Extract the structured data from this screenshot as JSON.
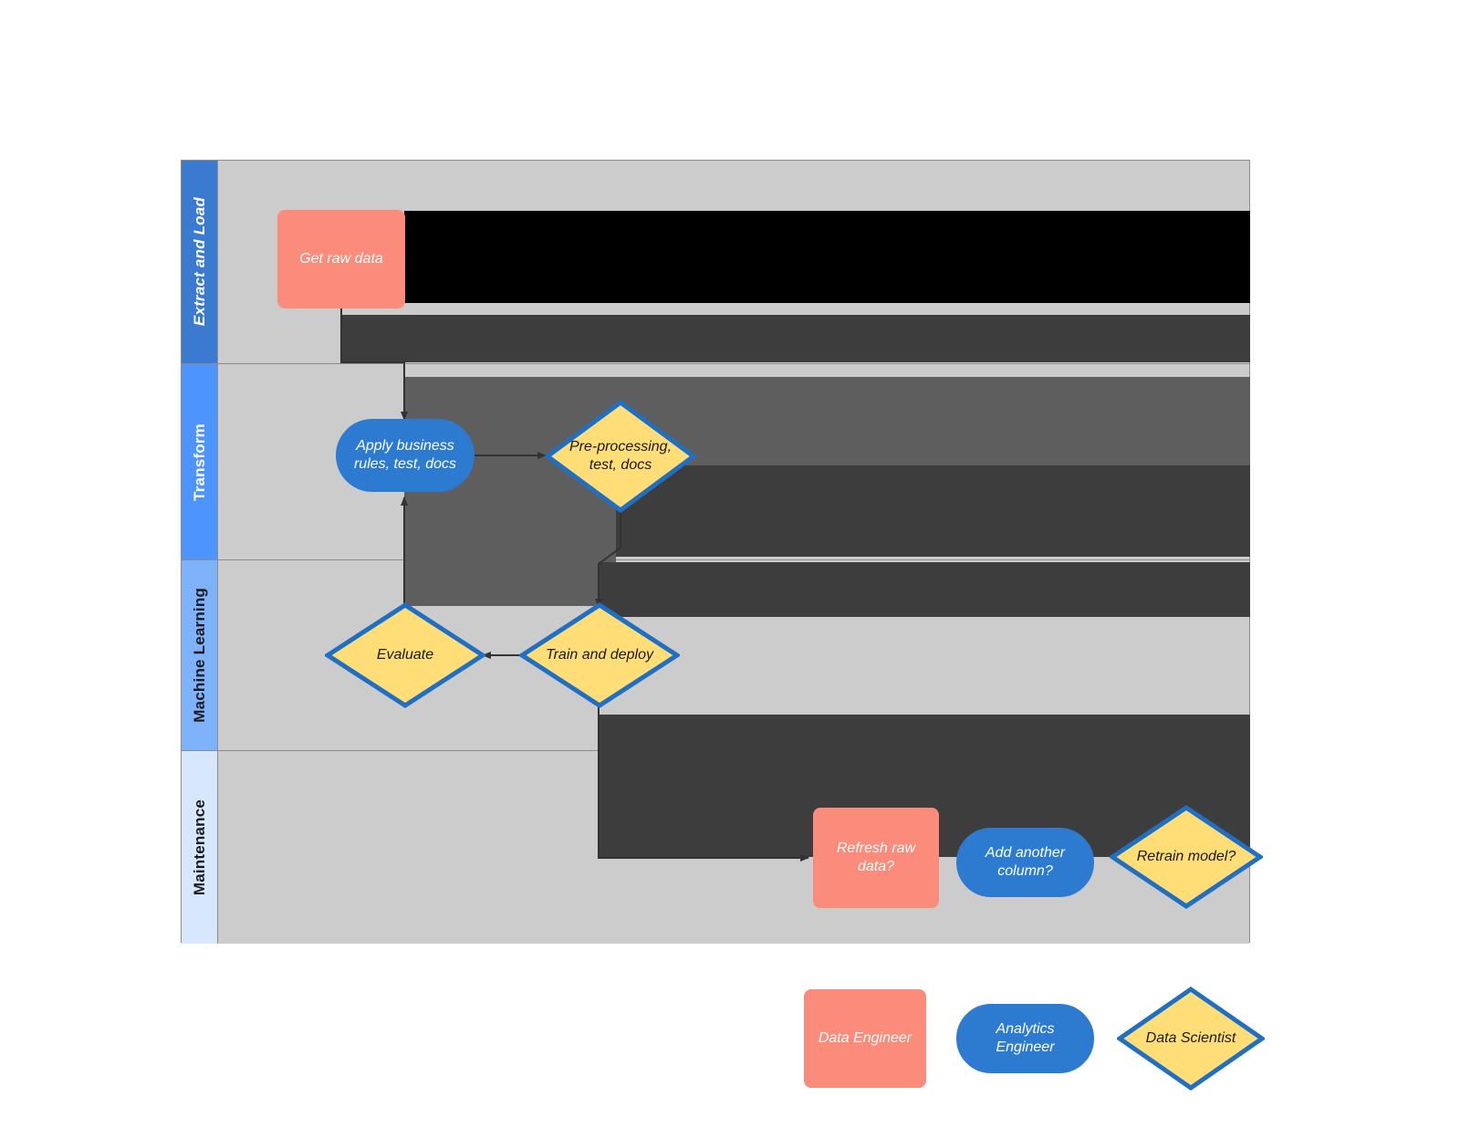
{
  "diagram": {
    "type": "swimlane-flowchart",
    "title": "",
    "lanes": [
      {
        "id": "extract",
        "label": "Extract and Load",
        "header_color": "#3b7ad1",
        "text_color": "#ffffff"
      },
      {
        "id": "transform",
        "label": "Transform",
        "header_color": "#4d94ff",
        "text_color": "#ffffff"
      },
      {
        "id": "ml",
        "label": "Machine Learning",
        "header_color": "#7eb2fa",
        "text_color": "#1a1a1a"
      },
      {
        "id": "maintenance",
        "label": "Maintenance",
        "header_color": "#d7e7fd",
        "text_color": "#1a1a1a"
      }
    ],
    "lane_body_color": "#cccccc",
    "nodes": [
      {
        "id": "get-raw-data",
        "label": "Get raw data",
        "shape": "rect",
        "lane": "extract",
        "role": "Data Engineer",
        "color": "#fb8c7c"
      },
      {
        "id": "apply-rules",
        "label": "Apply business rules, test, docs",
        "shape": "stadium",
        "lane": "transform",
        "role": "Analytics Engineer",
        "color": "#2d7bd0"
      },
      {
        "id": "pre-processing",
        "label": "Pre-processing, test, docs",
        "shape": "diamond",
        "lane": "transform",
        "role": "Data Scientist",
        "color": "#ffdd77"
      },
      {
        "id": "evaluate",
        "label": "Evaluate",
        "shape": "diamond",
        "lane": "ml",
        "role": "Data Scientist",
        "color": "#ffdd77"
      },
      {
        "id": "train-and-deploy",
        "label": "Train and deploy",
        "shape": "diamond",
        "lane": "ml",
        "role": "Data Scientist",
        "color": "#ffdd77"
      },
      {
        "id": "refresh-raw-data",
        "label": "Refresh raw data?",
        "shape": "rect",
        "lane": "maintenance",
        "role": "Data Engineer",
        "color": "#fb8c7c"
      },
      {
        "id": "add-another-column",
        "label": "Add another column?",
        "shape": "stadium",
        "lane": "maintenance",
        "role": "Analytics Engineer",
        "color": "#2d7bd0"
      },
      {
        "id": "retrain-model",
        "label": "Retrain model?",
        "shape": "diamond",
        "lane": "maintenance",
        "role": "Data Scientist",
        "color": "#ffdd77"
      }
    ],
    "edges": [
      {
        "from": "get-raw-data",
        "to": "apply-rules",
        "label": ""
      },
      {
        "from": "apply-rules",
        "to": "pre-processing",
        "label": ""
      },
      {
        "from": "pre-processing",
        "to": "train-and-deploy",
        "label": ""
      },
      {
        "from": "train-and-deploy",
        "to": "evaluate",
        "label": ""
      },
      {
        "from": "evaluate",
        "to": "apply-rules",
        "label": ""
      },
      {
        "from": "train-and-deploy",
        "to": "refresh-raw-data",
        "label": ""
      }
    ]
  },
  "legend": {
    "items": [
      {
        "id": "data-engineer",
        "label": "Data Engineer",
        "shape": "rect",
        "color": "#fb8c7c",
        "text_color": "#ffffff"
      },
      {
        "id": "analytics-engineer",
        "label": "Analytics Engineer",
        "shape": "stadium",
        "color": "#2d7bd0",
        "text_color": "#ffffff"
      },
      {
        "id": "data-scientist",
        "label": "Data Scientist",
        "shape": "diamond",
        "color": "#ffdd77",
        "text_color": "#1a1a1a"
      }
    ]
  },
  "palette": {
    "salmon": "#fb8c7c",
    "blue": "#2d7bd0",
    "yellow": "#ffdd77",
    "yellow_border": "#1f6fc4",
    "lane_body": "#cccccc",
    "lane_border": "#8c8c8c",
    "connector": "#333333"
  }
}
